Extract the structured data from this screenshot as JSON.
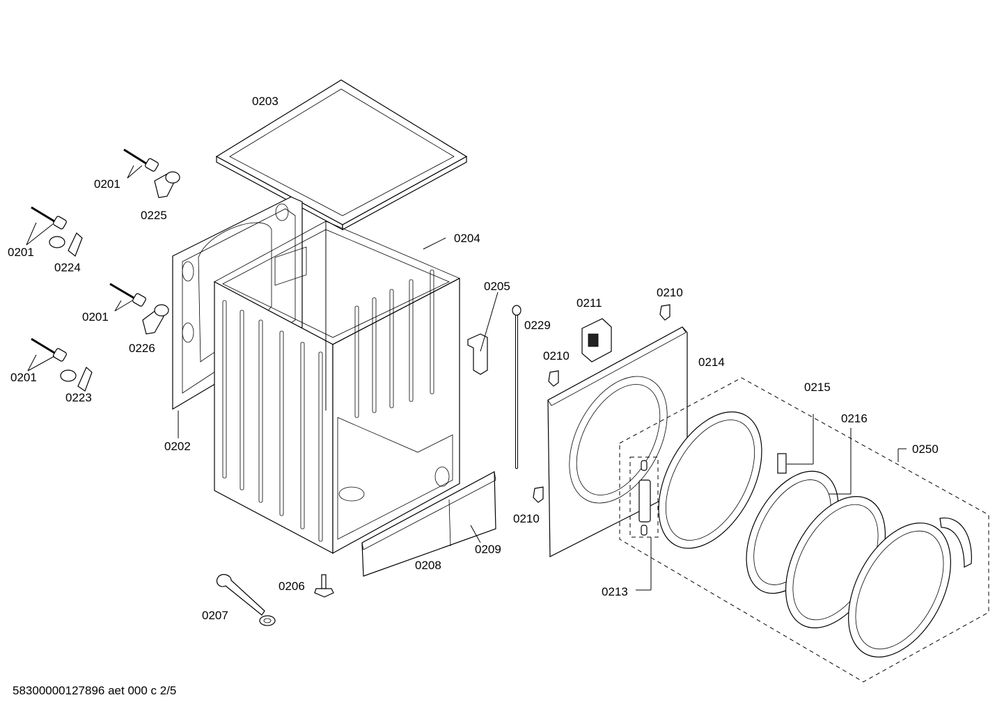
{
  "footer_text": "58300000127896 aet 000 c 2/5",
  "labels": [
    {
      "id": "l0203",
      "text": "0203"
    },
    {
      "id": "l0201a",
      "text": "0201"
    },
    {
      "id": "l0225",
      "text": "0225"
    },
    {
      "id": "l0201b",
      "text": "0201"
    },
    {
      "id": "l0224",
      "text": "0224"
    },
    {
      "id": "l0201c",
      "text": "0201"
    },
    {
      "id": "l0226",
      "text": "0226"
    },
    {
      "id": "l0201d",
      "text": "0201"
    },
    {
      "id": "l0223",
      "text": "0223"
    },
    {
      "id": "l0202",
      "text": "0202"
    },
    {
      "id": "l0204",
      "text": "0204"
    },
    {
      "id": "l0205",
      "text": "0205"
    },
    {
      "id": "l0229",
      "text": "0229"
    },
    {
      "id": "l0211",
      "text": "0211"
    },
    {
      "id": "l0210a",
      "text": "0210"
    },
    {
      "id": "l0210b",
      "text": "0210"
    },
    {
      "id": "l0214",
      "text": "0214"
    },
    {
      "id": "l0215",
      "text": "0215"
    },
    {
      "id": "l0216",
      "text": "0216"
    },
    {
      "id": "l0250",
      "text": "0250"
    },
    {
      "id": "l0210c",
      "text": "0210"
    },
    {
      "id": "l0213",
      "text": "0213"
    },
    {
      "id": "l0209",
      "text": "0209"
    },
    {
      "id": "l0208",
      "text": "0208"
    },
    {
      "id": "l0206",
      "text": "0206"
    },
    {
      "id": "l0207",
      "text": "0207"
    }
  ]
}
